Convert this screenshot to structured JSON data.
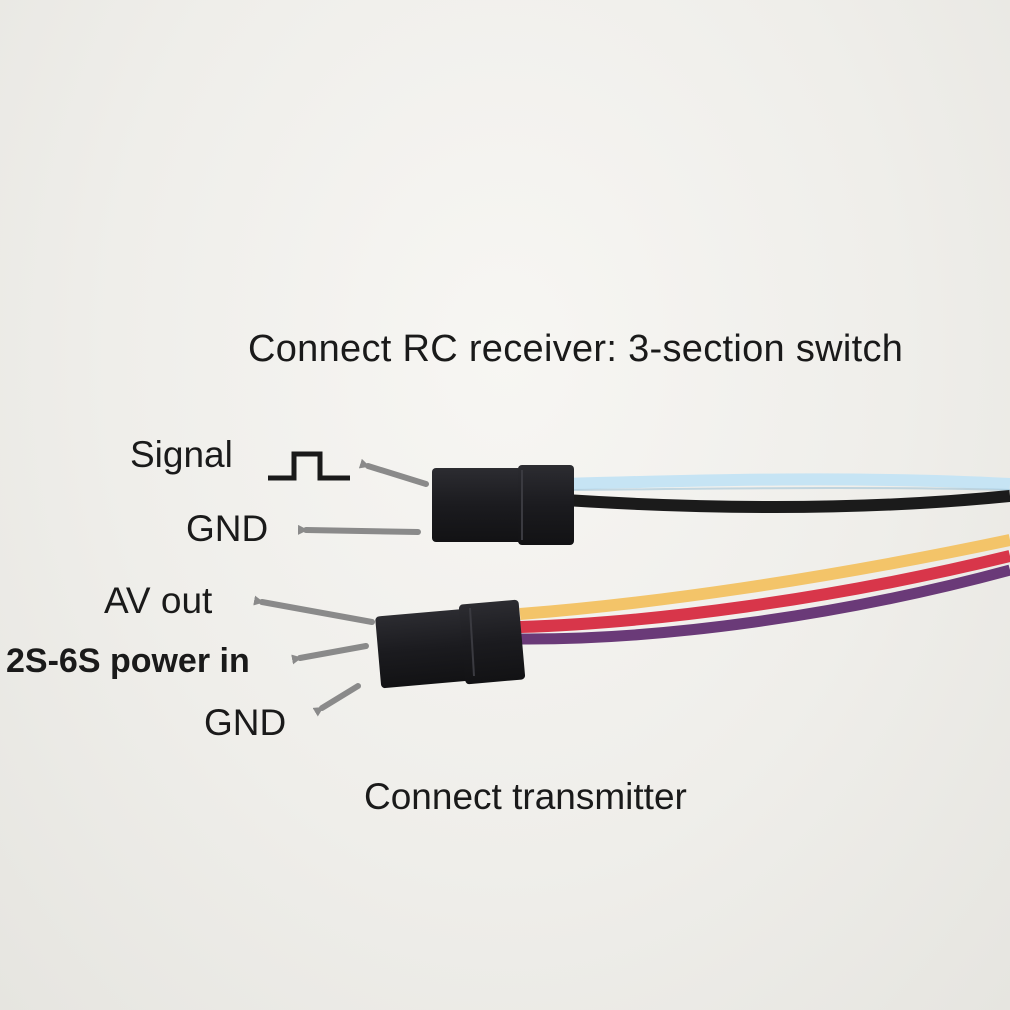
{
  "heading": {
    "text": "Connect RC receiver:  3-section switch"
  },
  "receiver_connector": {
    "labels": {
      "signal": "Signal",
      "gnd": "GND"
    },
    "wire_colors": [
      "#bfe0f2",
      "#1b1b1b"
    ]
  },
  "transmitter_connector": {
    "labels": {
      "av_out": "AV out",
      "power_in": "2S-6S power in",
      "gnd": "GND"
    },
    "wire_colors": [
      "#f3c469",
      "#d8364a",
      "#6a3a78"
    ]
  },
  "footer": {
    "text": "Connect transmitter"
  },
  "colors": {
    "background": "#efeeea",
    "connector": "#1e1e22",
    "arrow": "#8a8a8a",
    "text": "#1a1a1a"
  }
}
